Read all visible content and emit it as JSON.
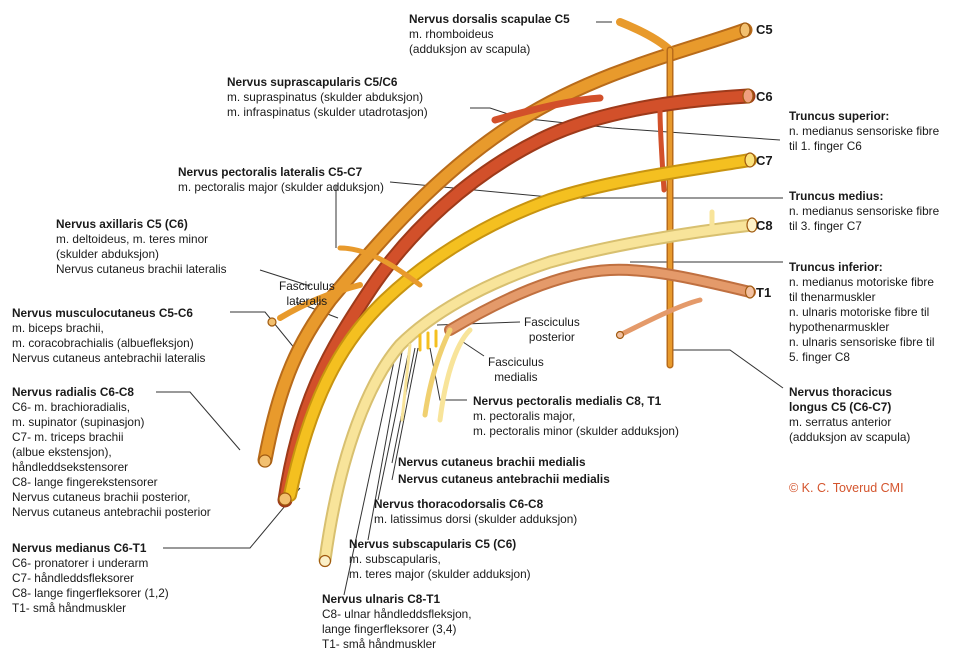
{
  "roots": [
    "C5",
    "C6",
    "C7",
    "C8",
    "T1"
  ],
  "colors": {
    "c5": "#e89a2c",
    "c6": "#d2502a",
    "c7": "#f4c020",
    "c8": "#f8e49a",
    "t1": "#e49a6a",
    "leader": "#333333",
    "copyright": "#d4552e"
  },
  "labels": {
    "dorsalis": {
      "title": "Nervus dorsalis scapulae C5",
      "lines": [
        "m. rhomboideus",
        "(adduksjon av scapula)"
      ]
    },
    "suprascap": {
      "title": "Nervus suprascapularis C5/C6",
      "lines": [
        "m. supraspinatus (skulder abduksjon)",
        "m. infraspinatus (skulder utadrotasjon)"
      ]
    },
    "pectlat": {
      "title": "Nervus pectoralis lateralis C5-C7",
      "lines": [
        "m. pectoralis major (skulder adduksjon)"
      ]
    },
    "axillaris": {
      "title": "Nervus axillaris C5 (C6)",
      "lines": [
        "m. deltoideus, m. teres minor",
        "(skulder abduksjon)",
        "Nervus cutaneus brachii lateralis"
      ]
    },
    "musculo": {
      "title": "Nervus musculocutaneus C5-C6",
      "lines": [
        "m. biceps brachii,",
        "m. coracobrachialis (albuefleksjon)",
        "Nervus cutaneus antebrachii lateralis"
      ]
    },
    "radialis": {
      "title": "Nervus radialis C6-C8",
      "lines": [
        "C6- m. brachioradialis,",
        "m. supinator (supinasjon)",
        "C7- m. triceps brachii",
        "(albue ekstensjon),",
        "håndleddsekstensorer",
        "C8- lange fingerekstensorer",
        "Nervus cutaneus brachii posterior,",
        "Nervus cutaneus antebrachii posterior"
      ]
    },
    "medianus": {
      "title": "Nervus medianus C6-T1",
      "lines": [
        "C6- pronatorer i underarm",
        "C7- håndleddsfleksorer",
        "C8- lange fingerfleksorer (1,2)",
        "T1- små håndmuskler"
      ]
    },
    "ulnaris": {
      "title": "Nervus ulnaris C8-T1",
      "lines": [
        "C8- ulnar håndleddsfleksjon,",
        "lange fingerfleksorer (3,4)",
        "T1- små håndmuskler"
      ]
    },
    "subscap": {
      "title": "Nervus subscapularis C5 (C6)",
      "lines": [
        "m. subscapularis,",
        "m. teres major (skulder adduksjon)"
      ]
    },
    "thoracodors": {
      "title": "Nervus thoracodorsalis C6-C8",
      "lines": [
        "m. latissimus dorsi (skulder adduksjon)"
      ]
    },
    "cutbrachmed": {
      "title": "Nervus cutaneus brachii medialis",
      "lines": []
    },
    "cutantebrachmed": {
      "title": "Nervus cutaneus antebrachii medialis",
      "lines": []
    },
    "pectmed": {
      "title": "Nervus pectoralis medialis C8, T1",
      "lines": [
        "m. pectoralis major,",
        "m. pectoralis minor (skulder adduksjon)"
      ]
    },
    "truncsup": {
      "title": "Truncus superior:",
      "lines": [
        "n. medianus sensoriske fibre",
        "til 1. finger C6"
      ]
    },
    "truncmed": {
      "title": "Truncus medius:",
      "lines": [
        "n. medianus sensoriske fibre",
        "til 3. finger C7"
      ]
    },
    "truncinf": {
      "title": "Truncus inferior:",
      "lines": [
        "n. medianus motoriske fibre",
        "til thenarmuskler",
        "n. ulnaris motoriske fibre til",
        "hypothenarmuskler",
        "n. ulnaris sensoriske fibre til",
        "5. finger C8"
      ]
    },
    "thoraclong": {
      "title": "Nervus thoracicus",
      "lines": [
        "longus C5 (C6-C7)"
      ],
      "extra": [
        "m. serratus anterior",
        "(adduksjon av scapula)"
      ]
    }
  },
  "fasciculi": {
    "lateralis": [
      "Fasciculus",
      "lateralis"
    ],
    "posterior": [
      "Fasciculus",
      "posterior"
    ],
    "medialis": [
      "Fasciculus",
      "medialis"
    ]
  },
  "copyright": "© K. C. Toverud CMI"
}
